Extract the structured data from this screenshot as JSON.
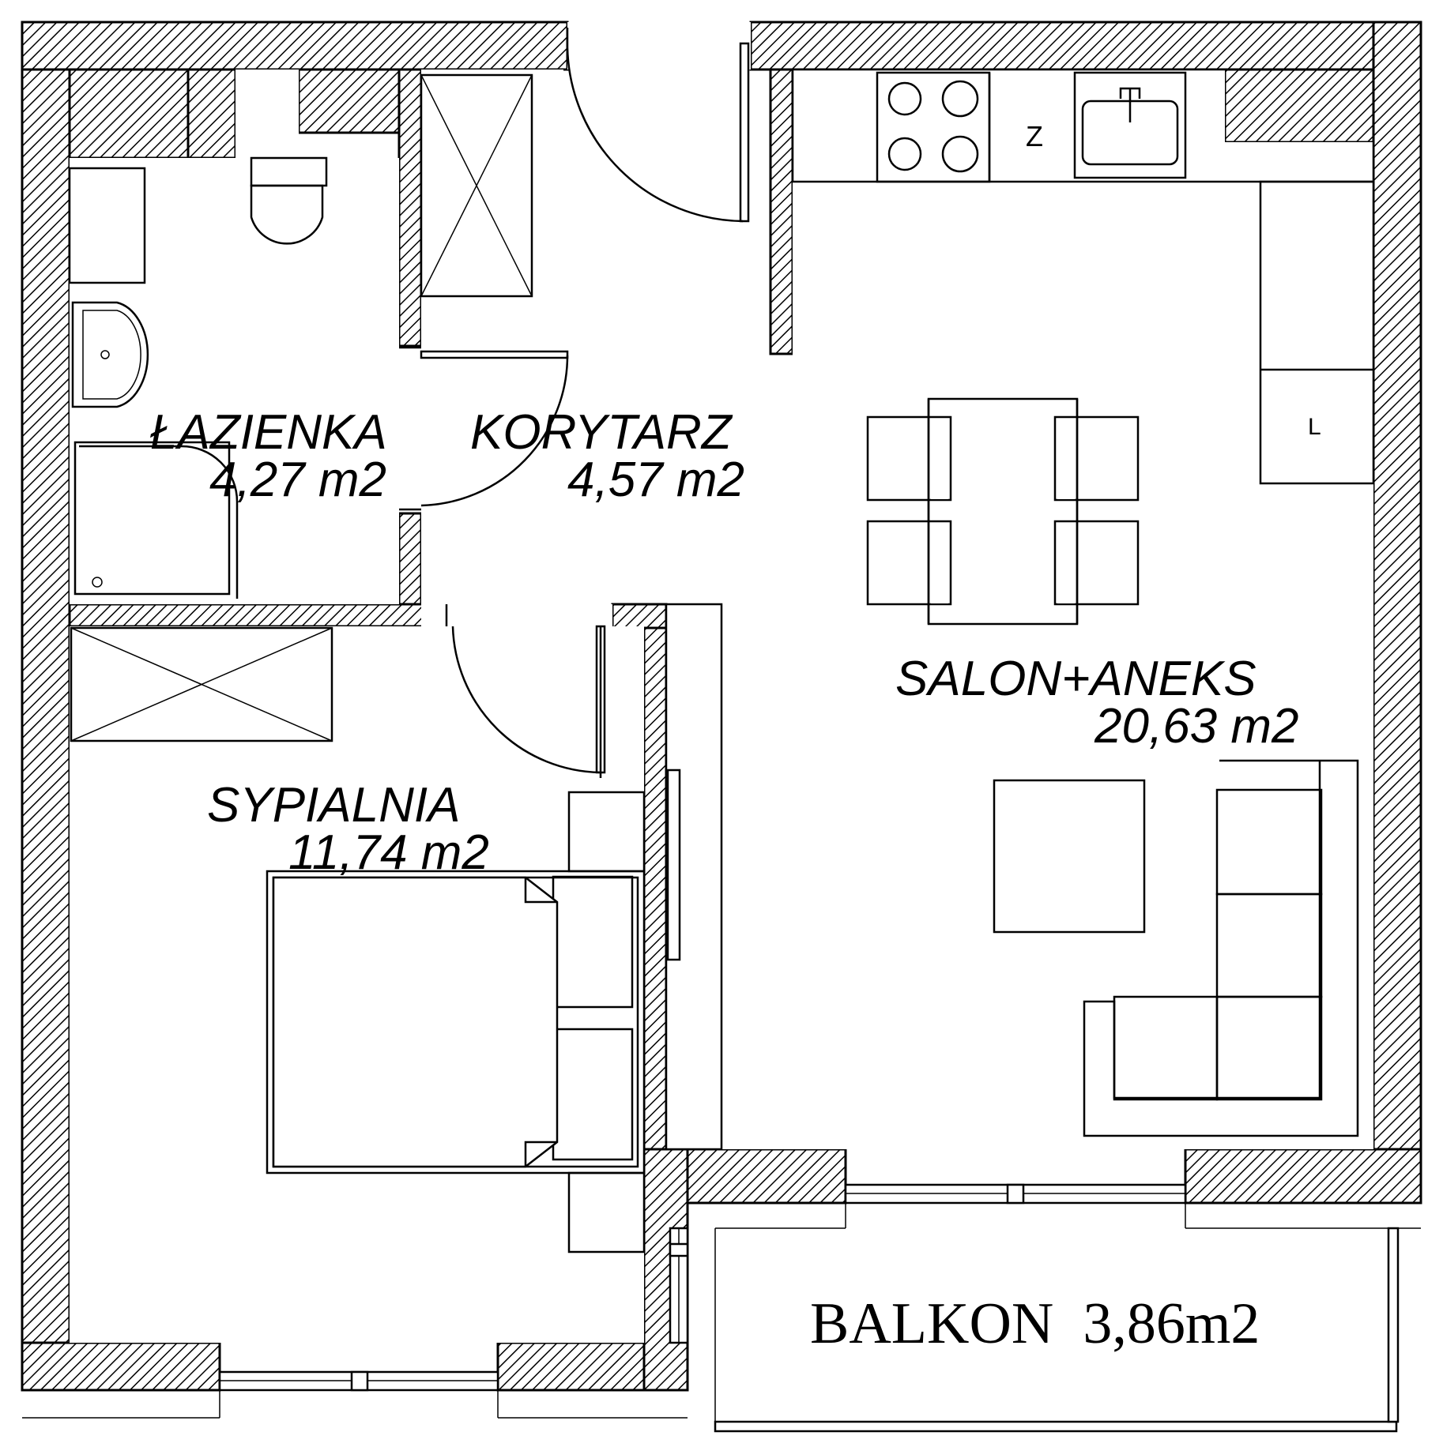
{
  "rooms": {
    "bathroom": {
      "name": "ŁAZIENKA",
      "area": "4,27 m2"
    },
    "corridor": {
      "name": "KORYTARZ",
      "area": "4,57 m2"
    },
    "living": {
      "name": "SALON+ANEKS",
      "area": "20,63 m2"
    },
    "bedroom": {
      "name": "SYPIALNIA",
      "area": "11,74 m2"
    },
    "balcony": {
      "label": "BALKON  3,86m2"
    }
  },
  "kitchen_marks": {
    "fridge_mark": "Z",
    "cabinet_mark": "L"
  }
}
